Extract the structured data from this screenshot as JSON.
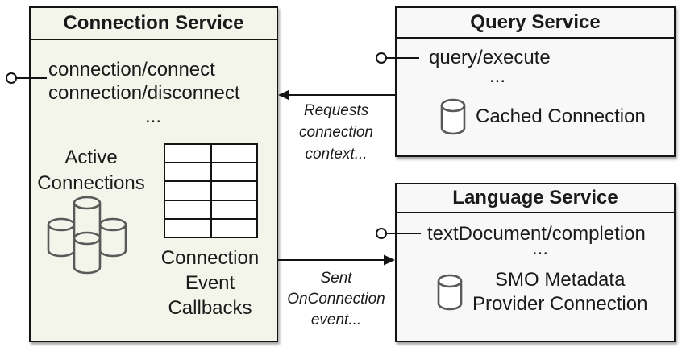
{
  "colors": {
    "page_background": "#ffffff",
    "connection_box_fill": "#f3f5eb",
    "service_box_fill": "#f8f8f8",
    "border": "#141414",
    "icon_gray": "#595959",
    "text": "#1a1a1a"
  },
  "connection_service": {
    "title": "Connection Service",
    "methods": [
      "connection/connect",
      "connection/disconnect"
    ],
    "ellipsis": "...",
    "active_connections_label": "Active\nConnections",
    "callbacks_label": "Connection\nEvent\nCallbacks",
    "icons": [
      "database-cluster-icon",
      "callbacks-table-icon",
      "lollipop-interface-icon"
    ]
  },
  "query_service": {
    "title": "Query Service",
    "methods": [
      "query/execute"
    ],
    "ellipsis": "...",
    "cached_connection_label": "Cached Connection",
    "icons": [
      "database-icon",
      "lollipop-interface-icon"
    ]
  },
  "language_service": {
    "title": "Language Service",
    "methods": [
      "textDocument/completion"
    ],
    "ellipsis": "...",
    "connection_label": "SMO Metadata\nProvider Connection",
    "icons": [
      "database-icon",
      "lollipop-interface-icon"
    ]
  },
  "arrows": [
    {
      "from": "Query Service",
      "to": "Connection Service",
      "label": "Requests\nconnection\ncontext..."
    },
    {
      "from": "Connection Service",
      "to": "Language Service",
      "label": "Sent\nOnConnection\nevent..."
    }
  ]
}
